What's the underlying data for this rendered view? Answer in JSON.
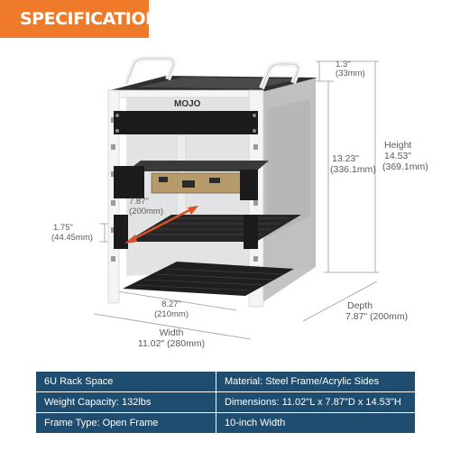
{
  "header": {
    "title": "SPECIFICATIONS"
  },
  "product": {
    "logo": "MOJO"
  },
  "dimensions": {
    "top_gap": {
      "in": "1.3\"",
      "mm": "(33mm)"
    },
    "inner_height": {
      "in": "13.23\"",
      "mm": "(336.1mm)"
    },
    "height": {
      "label": "Height",
      "in": "14.53\"",
      "mm": "(369.1mm)"
    },
    "inner_depth": {
      "in": "7.87\"",
      "mm": "(200mm)"
    },
    "unit_height": {
      "in": "1.75\"",
      "mm": "(44.45mm)"
    },
    "inner_width": {
      "in": "8.27\"",
      "mm": "(210mm)"
    },
    "width": {
      "label": "Width",
      "value": "11.02\" (280mm)"
    },
    "depth": {
      "label": "Depth",
      "value": "7.87\" (200mm)"
    }
  },
  "specs": [
    [
      "6U Rack Space",
      "Material: Steel Frame/Acrylic Sides"
    ],
    [
      "Weight Capacity: 132lbs",
      "Dimensions: 11.02\"L x 7.87\"D x 14.53\"H"
    ],
    [
      "Frame Type: Open Frame",
      "10-inch Width"
    ]
  ],
  "colors": {
    "banner": "#ee7a2a",
    "table": "#1e4d6f",
    "arrow": "#d8532a",
    "acrylic": "#c9cacb",
    "frame": "#f4f4f4",
    "steel": "#1b1b1b"
  }
}
